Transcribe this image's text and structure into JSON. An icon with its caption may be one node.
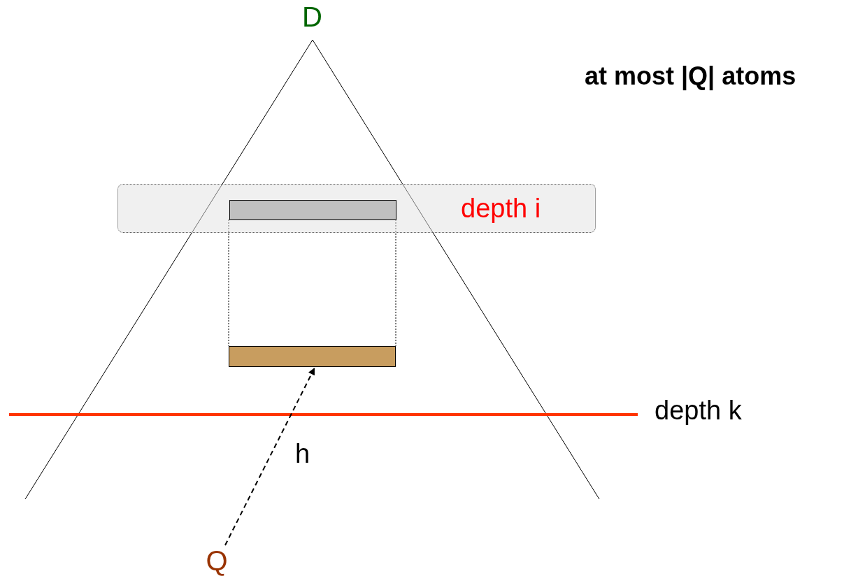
{
  "diagram": {
    "nodes": [
      {
        "text": [
          "depth i"
        ]
      },
      {
        "text": [],
        "shape": "bar",
        "in": 0
      },
      {
        "text": [],
        "shape": "bar"
      },
      {
        "text": [
          "Q"
        ]
      }
    ],
    "edges": [
      {
        "from": 1,
        "to": 2,
        "arrow": "none",
        "style": "dashed"
      },
      {
        "from": 1,
        "to": 2,
        "arrow": "none",
        "style": "dashed"
      },
      {
        "from": 3,
        "to": 2,
        "arrow": "to",
        "style": "dashed",
        "label": "h"
      }
    ],
    "labels": [
      "D",
      "at most |Q| atoms",
      "depth k"
    ]
  }
}
